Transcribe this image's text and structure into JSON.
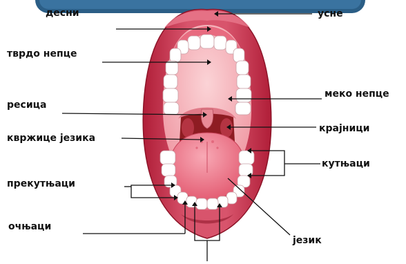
{
  "labels": {
    "desni": "десни",
    "usne": "усне",
    "tvrdo_nepce": "тврдо непце",
    "meko_nepce": "меко непце",
    "resica": "ресица",
    "krajnici": "крајници",
    "kvrzhice_jezika": "квржице језика",
    "kutnjaci": "кутњаци",
    "prekutnjaci": "прекутњаци",
    "ochnjaci": "очњаци",
    "jezik": "језик"
  },
  "colors": {
    "lips": "#c42a44",
    "lip_highlight": "#e0607a",
    "palate": "#f4a9b1",
    "throat": "#8e1c22",
    "tongue": "#f07c8e",
    "teeth": "#ffffff",
    "header_bar": "#2b5e86",
    "label_text": "#111111"
  }
}
